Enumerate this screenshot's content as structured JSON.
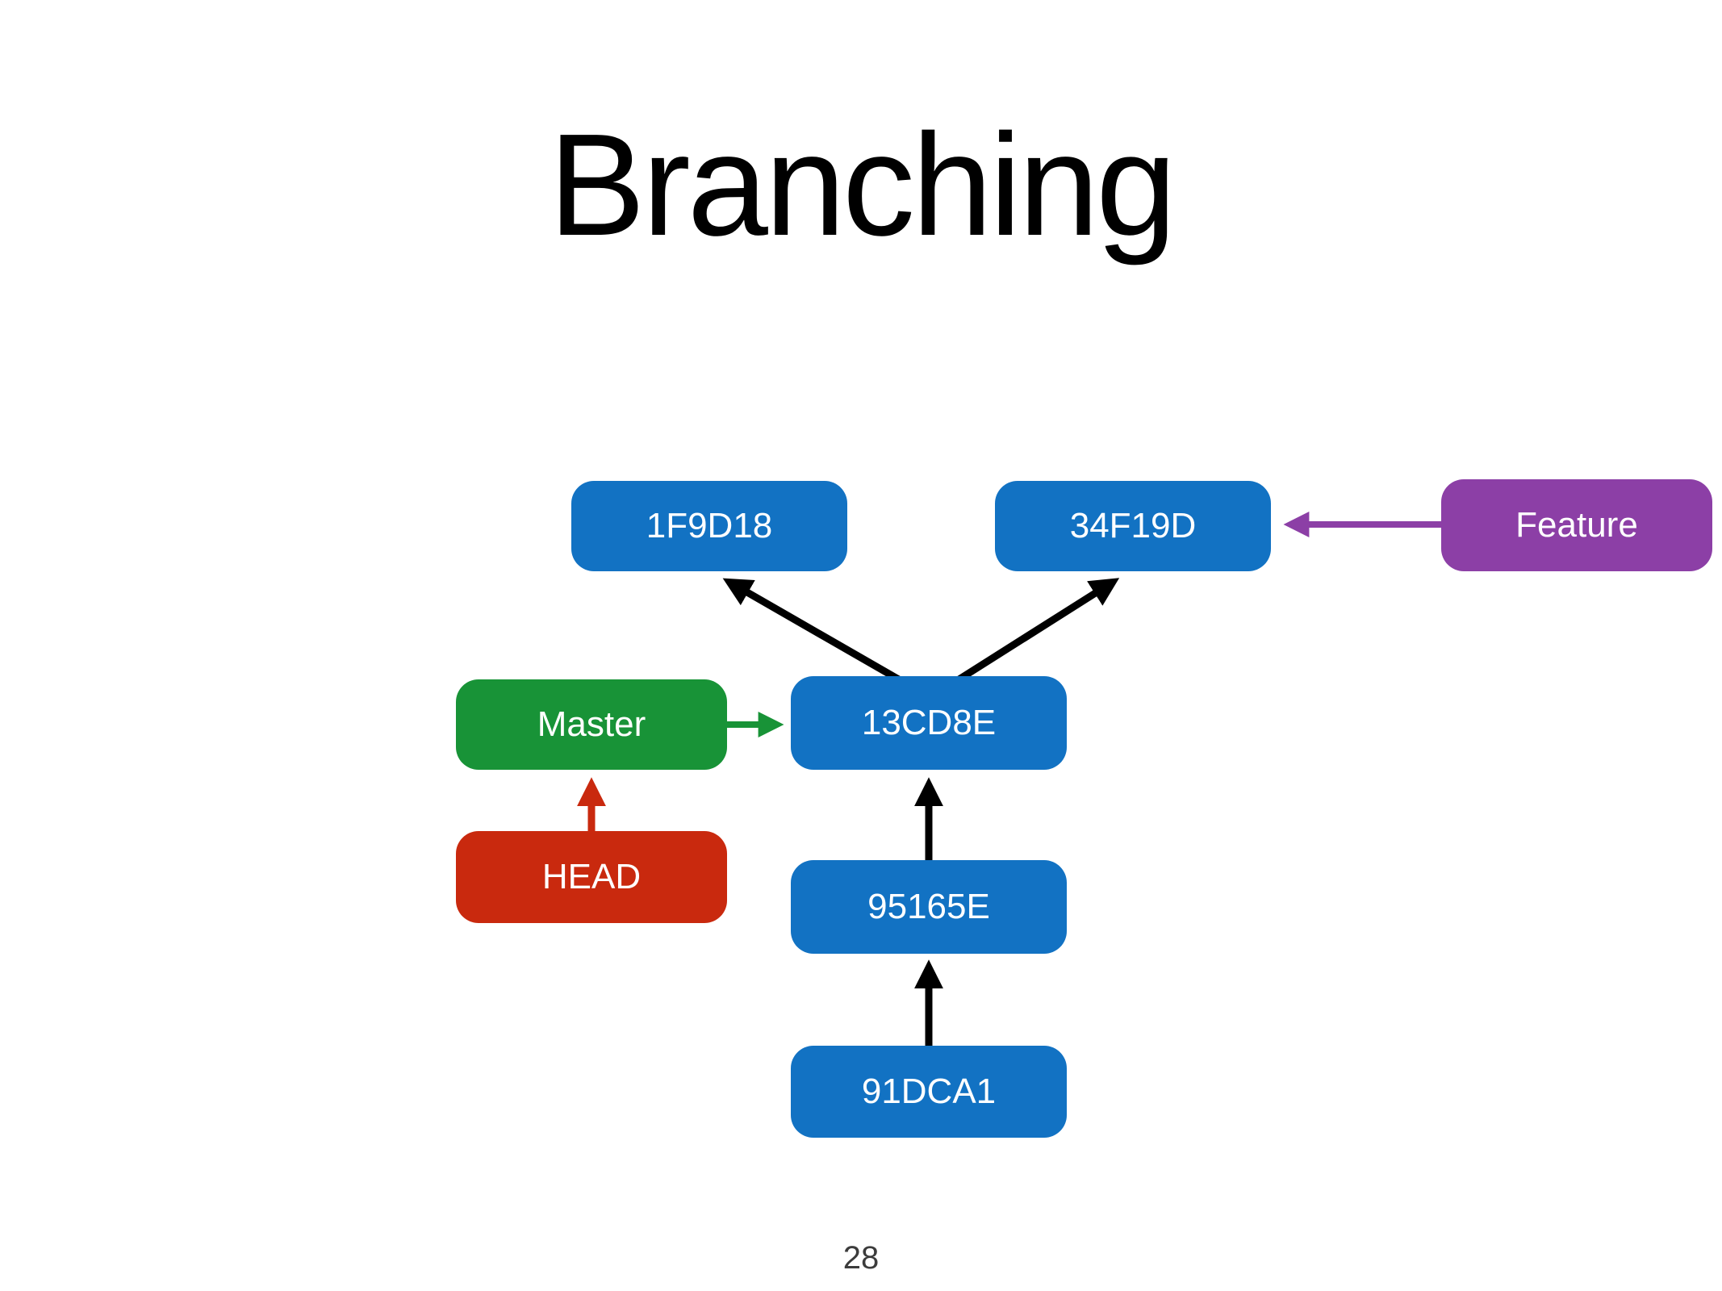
{
  "slide": {
    "title": "Branching",
    "page_number": "28"
  },
  "colors": {
    "background": "#ffffff",
    "title_text": "#000000",
    "page_number_text": "#3c3c3c",
    "node_text": "#ffffff",
    "node_blue": "#1272C3",
    "node_green": "#189337",
    "node_red": "#C9290E",
    "node_purple": "#8C3FA6",
    "arrow_black": "#000000",
    "arrow_green": "#189337",
    "arrow_red": "#C9290E",
    "arrow_purple": "#8C3FA6"
  },
  "diagram": {
    "nodes": {
      "c1f9d18": {
        "label": "1F9D18",
        "type": "commit"
      },
      "c34f19d": {
        "label": "34F19D",
        "type": "commit"
      },
      "c13cd8e": {
        "label": "13CD8E",
        "type": "commit"
      },
      "c95165e": {
        "label": "95165E",
        "type": "commit"
      },
      "c91dca1": {
        "label": "91DCA1",
        "type": "commit"
      },
      "master": {
        "label": "Master",
        "type": "branch"
      },
      "head": {
        "label": "HEAD",
        "type": "pointer"
      },
      "feature": {
        "label": "Feature",
        "type": "branch"
      }
    },
    "edges": [
      {
        "from": "13CD8E",
        "to": "1F9D18",
        "color": "black"
      },
      {
        "from": "13CD8E",
        "to": "34F19D",
        "color": "black"
      },
      {
        "from": "95165E",
        "to": "13CD8E",
        "color": "black"
      },
      {
        "from": "91DCA1",
        "to": "95165E",
        "color": "black"
      },
      {
        "from": "Master",
        "to": "13CD8E",
        "color": "green"
      },
      {
        "from": "HEAD",
        "to": "Master",
        "color": "red"
      },
      {
        "from": "Feature",
        "to": "34F19D",
        "color": "purple"
      }
    ]
  }
}
